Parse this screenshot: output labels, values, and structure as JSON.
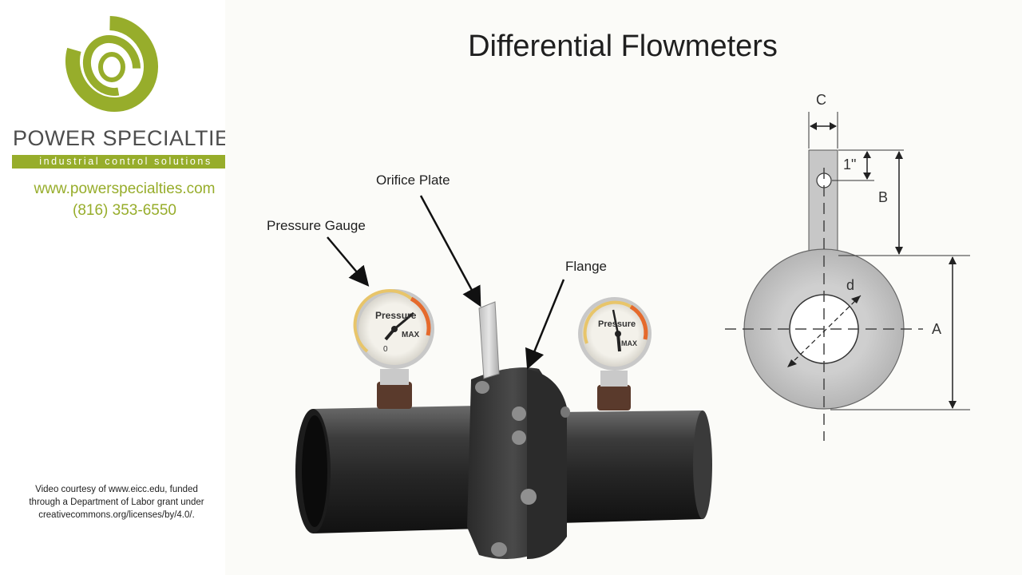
{
  "brand": {
    "name": "POWER SPECIALTIES",
    "tagline": "industrial control solutions",
    "website": "www.powerspecialties.com",
    "phone": "(816) 353-6550",
    "accent_color": "#97ad2b"
  },
  "credit": {
    "line1": "Video courtesy of www.eicc.edu, funded",
    "line2": "through a Department of Labor grant under",
    "line3": "creativecommons.org/licenses/by/4.0/."
  },
  "slide": {
    "title": "Differential Flowmeters",
    "labels": {
      "orifice_plate": "Orifice Plate",
      "pressure_gauge": "Pressure Gauge",
      "flange": "Flange"
    },
    "gauge": {
      "word": "Pressure",
      "max": "MAX",
      "zero": "0"
    },
    "dimensions": {
      "c": "C",
      "one_inch": "1\"",
      "b": "B",
      "d": "d",
      "a": "A"
    }
  }
}
